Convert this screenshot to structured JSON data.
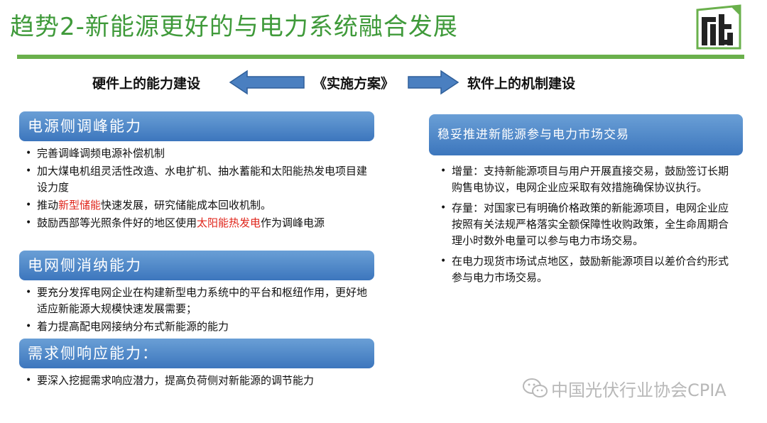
{
  "title": "趋势2-新能源更好的与电力系统融合发展",
  "header": {
    "left": "硬件上的能力建设",
    "center": "《实施方案》",
    "right": "软件上的机制建设"
  },
  "colors": {
    "title": "#3f9a3a",
    "rule": "#6ab04c",
    "banner": "#4a82c6",
    "arrow": "#4a7fc0",
    "highlight": "#e0251b"
  },
  "left_sections": [
    {
      "heading": "电源侧调峰能力",
      "items": [
        {
          "parts": [
            {
              "text": "完善调峰调频电源补偿机制"
            }
          ]
        },
        {
          "parts": [
            {
              "text": "加大煤电机组灵活性改造、水电扩机、抽水蓄能和太阳能热发电项目建设力度"
            }
          ]
        },
        {
          "parts": [
            {
              "text": "推动"
            },
            {
              "text": "新型储能",
              "highlight": true
            },
            {
              "text": "快速发展，研究储能成本回收机制。"
            }
          ]
        },
        {
          "parts": [
            {
              "text": "鼓励西部等光照条件好的地区使用"
            },
            {
              "text": "太阳能热发电",
              "highlight": true
            },
            {
              "text": "作为调峰电源"
            }
          ]
        }
      ]
    },
    {
      "heading": "电网侧消纳能力",
      "items": [
        {
          "parts": [
            {
              "text": "要充分发挥电网企业在构建新型电力系统中的平台和枢纽作用，更好地适应新能源大规模快速发展需要；"
            }
          ]
        },
        {
          "parts": [
            {
              "text": "着力提高配电网接纳分布式新能源的能力"
            }
          ]
        }
      ]
    },
    {
      "heading": "需求侧响应能力：",
      "items": [
        {
          "parts": [
            {
              "text": "要深入挖掘需求响应潜力，提高负荷侧对新能源的调节能力"
            }
          ]
        }
      ]
    }
  ],
  "right_section": {
    "heading": "稳妥推进新能源参与电力市场交易",
    "items": [
      "增量：支持新能源项目与用户开展直接交易，鼓励签订长期购售电协议，电网企业应采取有效措施确保协议执行。",
      "存量：对国家已有明确价格政策的新能源项目，电网企业应按照有关法规严格落实全额保障性收购政策，全生命周期合理小时数外电量可以参与电力市场交易。",
      "在电力现货市场试点地区，鼓励新能源项目以差价合约形式参与电力市场交易。"
    ]
  },
  "watermark": "中国光伏行业协会CPIA"
}
